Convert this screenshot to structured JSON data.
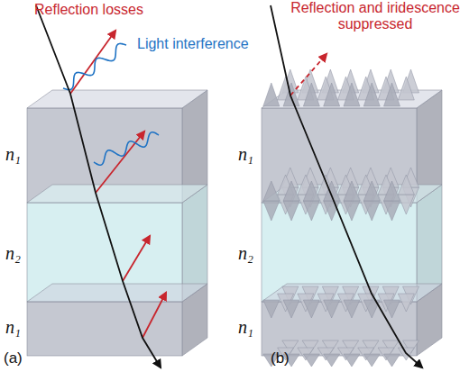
{
  "diagram": {
    "labels": [
      "Reflection losses",
      "Light interference",
      "n₁",
      "n₂",
      "n₁",
      "(a)",
      "Reflection and iridescence suppressed",
      "n₁",
      "n₂",
      "n₁",
      "(b)"
    ]
  }
}
